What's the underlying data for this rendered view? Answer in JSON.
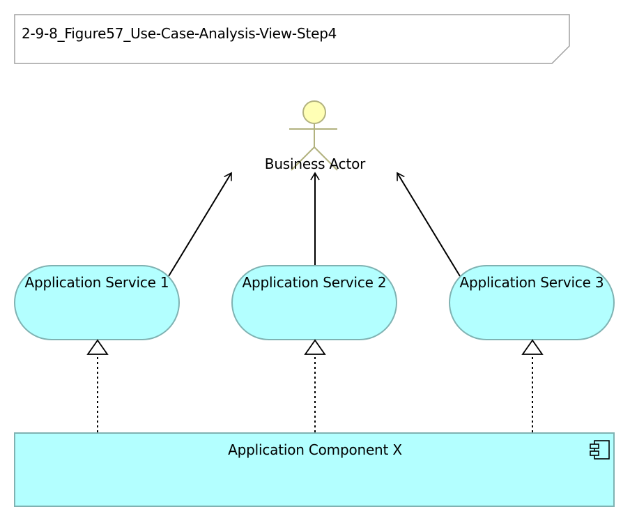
{
  "view": {
    "title": "2-9-8_Figure57_Use-Case-Analysis-View-Step4"
  },
  "actor": {
    "label": "Business Actor"
  },
  "services": [
    {
      "label": "Application Service 1"
    },
    {
      "label": "Application Service 2"
    },
    {
      "label": "Application Service 3"
    }
  ],
  "component": {
    "label": "Application Component X",
    "icon": "component-icon"
  },
  "relationships": [
    {
      "type": "serving",
      "from": "Application Service 1",
      "to": "Business Actor"
    },
    {
      "type": "serving",
      "from": "Application Service 2",
      "to": "Business Actor"
    },
    {
      "type": "serving",
      "from": "Application Service 3",
      "to": "Business Actor"
    },
    {
      "type": "realization",
      "from": "Application Component X",
      "to": "Application Service 1"
    },
    {
      "type": "realization",
      "from": "Application Component X",
      "to": "Application Service 2"
    },
    {
      "type": "realization",
      "from": "Application Component X",
      "to": "Application Service 3"
    }
  ],
  "colors": {
    "service_fill": "#b3ffff",
    "service_stroke": "#7fb2b2",
    "component_fill": "#b3ffff",
    "component_stroke": "#7fb2b2",
    "actor_head": "#ffffb5",
    "actor_stroke": "#b2b27f",
    "note_stroke": "#a0a0a0"
  }
}
